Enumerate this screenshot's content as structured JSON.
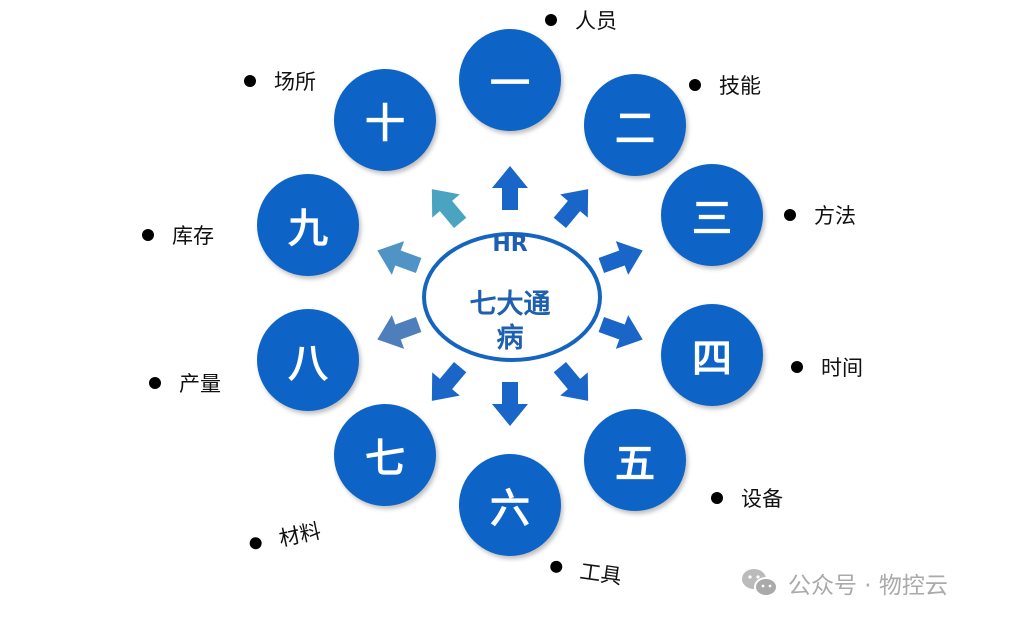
{
  "center": {
    "line1": "HR",
    "line2": "七大通",
    "line3": "病"
  },
  "items": [
    {
      "numeral": "一",
      "label": "人员"
    },
    {
      "numeral": "二",
      "label": "技能"
    },
    {
      "numeral": "三",
      "label": "方法"
    },
    {
      "numeral": "四",
      "label": "时间"
    },
    {
      "numeral": "五",
      "label": "设备"
    },
    {
      "numeral": "六",
      "label": "工具"
    },
    {
      "numeral": "七",
      "label": "材料"
    },
    {
      "numeral": "八",
      "label": "产量"
    },
    {
      "numeral": "九",
      "label": "库存"
    },
    {
      "numeral": "十",
      "label": "场所"
    }
  ],
  "colors": {
    "circle": "#0d64c6",
    "arrow": "#1a66c8",
    "arrow_teal": "#4aa3c0",
    "arrow_light": "#4f94c4",
    "arrow_mid": "#4f7fba"
  },
  "watermark": {
    "icon": "wechat-icon",
    "text": "公众号 · 物控云"
  }
}
